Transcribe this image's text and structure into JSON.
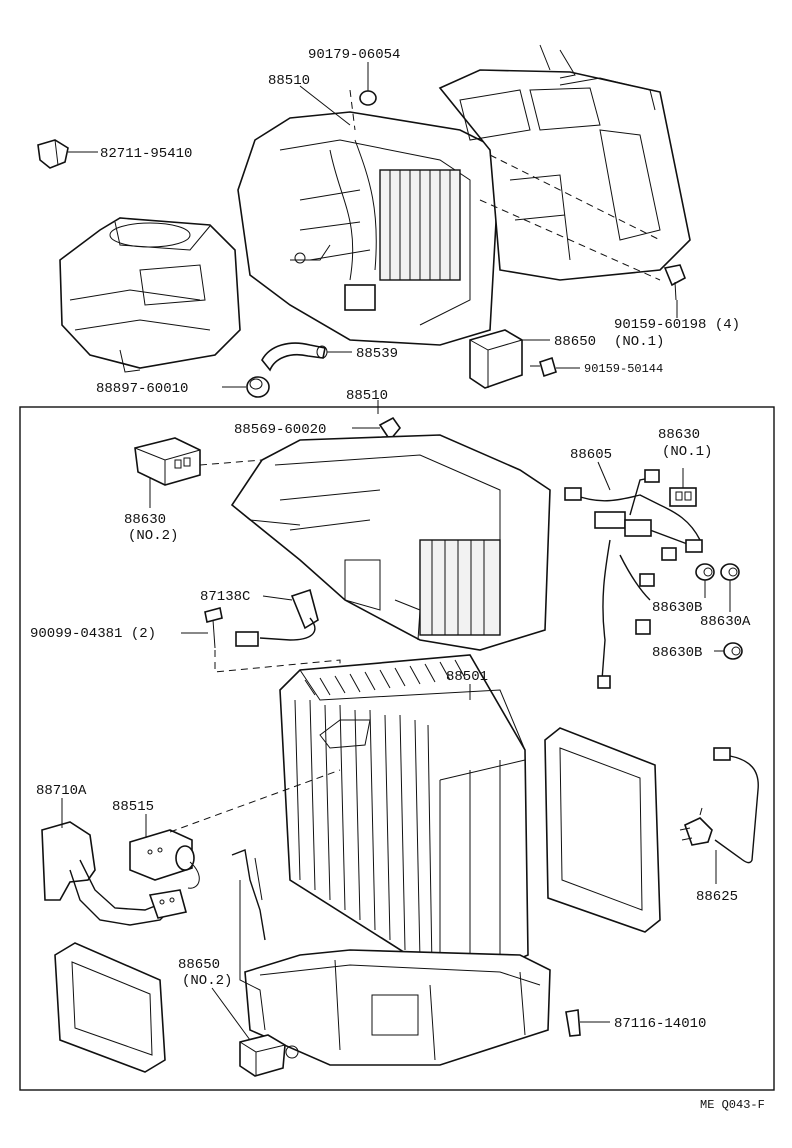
{
  "parts": {
    "p90179_06054": "90179-06054",
    "p88510_top": "88510",
    "p82711_95410": "82711-95410",
    "p90159_60198": "90159-60198 (4)",
    "p88650_no1_code": "88650",
    "p88650_no1_sub": "(NO.1)",
    "p88539": "88539",
    "p90159_50144": "90159-50144",
    "p88897_60010": "88897-60010",
    "p88510_box": "88510",
    "p88569_60020": "88569-60020",
    "p88630_no2_code": "88630",
    "p88630_no2_sub": "(NO.2)",
    "p88605": "88605",
    "p88630_no1_code": "88630",
    "p88630_no1_sub": "(NO.1)",
    "p87138c": "87138C",
    "p90099_04381": "90099-04381 (2)",
    "p88630b_1": "88630B",
    "p88630a": "88630A",
    "p88630b_2": "88630B",
    "p88501": "88501",
    "p88710a": "88710A",
    "p88515": "88515",
    "p88625": "88625",
    "p88650_no2_code": "88650",
    "p88650_no2_sub": "(NO.2)",
    "p87116_14010": "87116-14010"
  },
  "footer": {
    "code": "ME Q043-F"
  }
}
